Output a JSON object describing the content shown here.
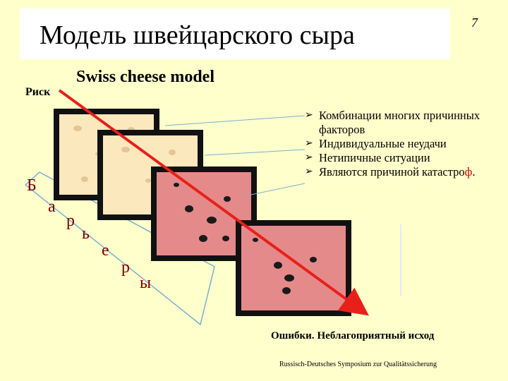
{
  "title": "Модель швейцарского сыра",
  "slide_number": "7",
  "subtitle": "Swiss cheese model",
  "risk_label": "Риск",
  "barrier_letters": [
    "Б",
    "а",
    "р",
    "ь",
    "е",
    "р",
    "ы"
  ],
  "bullets": [
    {
      "text": "Комбинации многих причинных факторов"
    },
    {
      "text": "Индивидуальные неудачи"
    },
    {
      "text": " Нетипичные ситуации"
    },
    {
      "text": "Являются причиной катастро",
      "accent": "ф",
      "tail": "."
    }
  ],
  "errors_label": "Ошибки.",
  "outcome_label": "Неблагоприятный исход",
  "footer": "Russisch-Deutsches Symposium zur Qualitätssicherung",
  "colors": {
    "background": "#ffffcc",
    "cheese_light": "#fbe8bd",
    "cheese_pink": "#e58a8a",
    "arrow": "#e8201a",
    "barrier_text": "#7a0000"
  },
  "icons": [
    "bullet-arrow-icon"
  ]
}
